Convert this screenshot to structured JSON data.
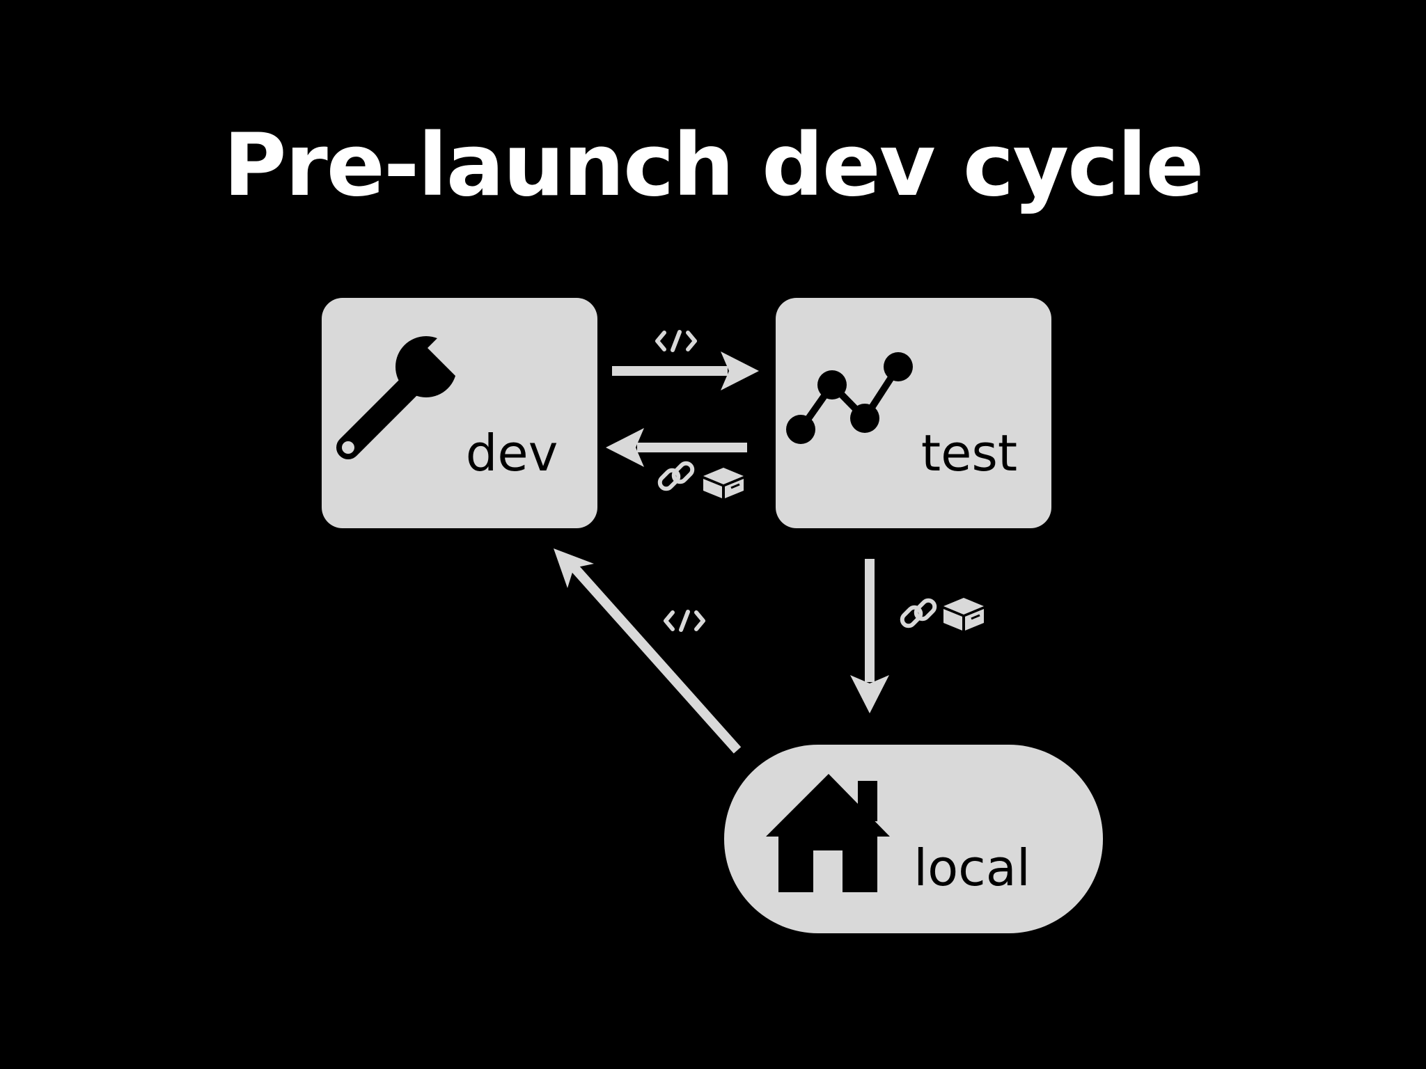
{
  "title": "Pre-launch dev cycle",
  "colors": {
    "background": "#000000",
    "node_fill": "#d9d9d9",
    "foreground": "#000000",
    "title": "#ffffff",
    "arrow": "#d9d9d9"
  },
  "nodes": {
    "dev": {
      "label": "dev",
      "icon": "wrench-icon"
    },
    "test": {
      "label": "test",
      "icon": "line-chart-icon"
    },
    "local": {
      "label": "local",
      "icon": "house-icon"
    }
  },
  "edges": [
    {
      "from": "dev",
      "to": "test",
      "icons": [
        "code-icon"
      ]
    },
    {
      "from": "test",
      "to": "dev",
      "icons": [
        "link-icon",
        "package-icon"
      ]
    },
    {
      "from": "test",
      "to": "local",
      "icons": [
        "link-icon",
        "package-icon"
      ]
    },
    {
      "from": "local",
      "to": "dev",
      "icons": [
        "code-icon"
      ]
    }
  ]
}
